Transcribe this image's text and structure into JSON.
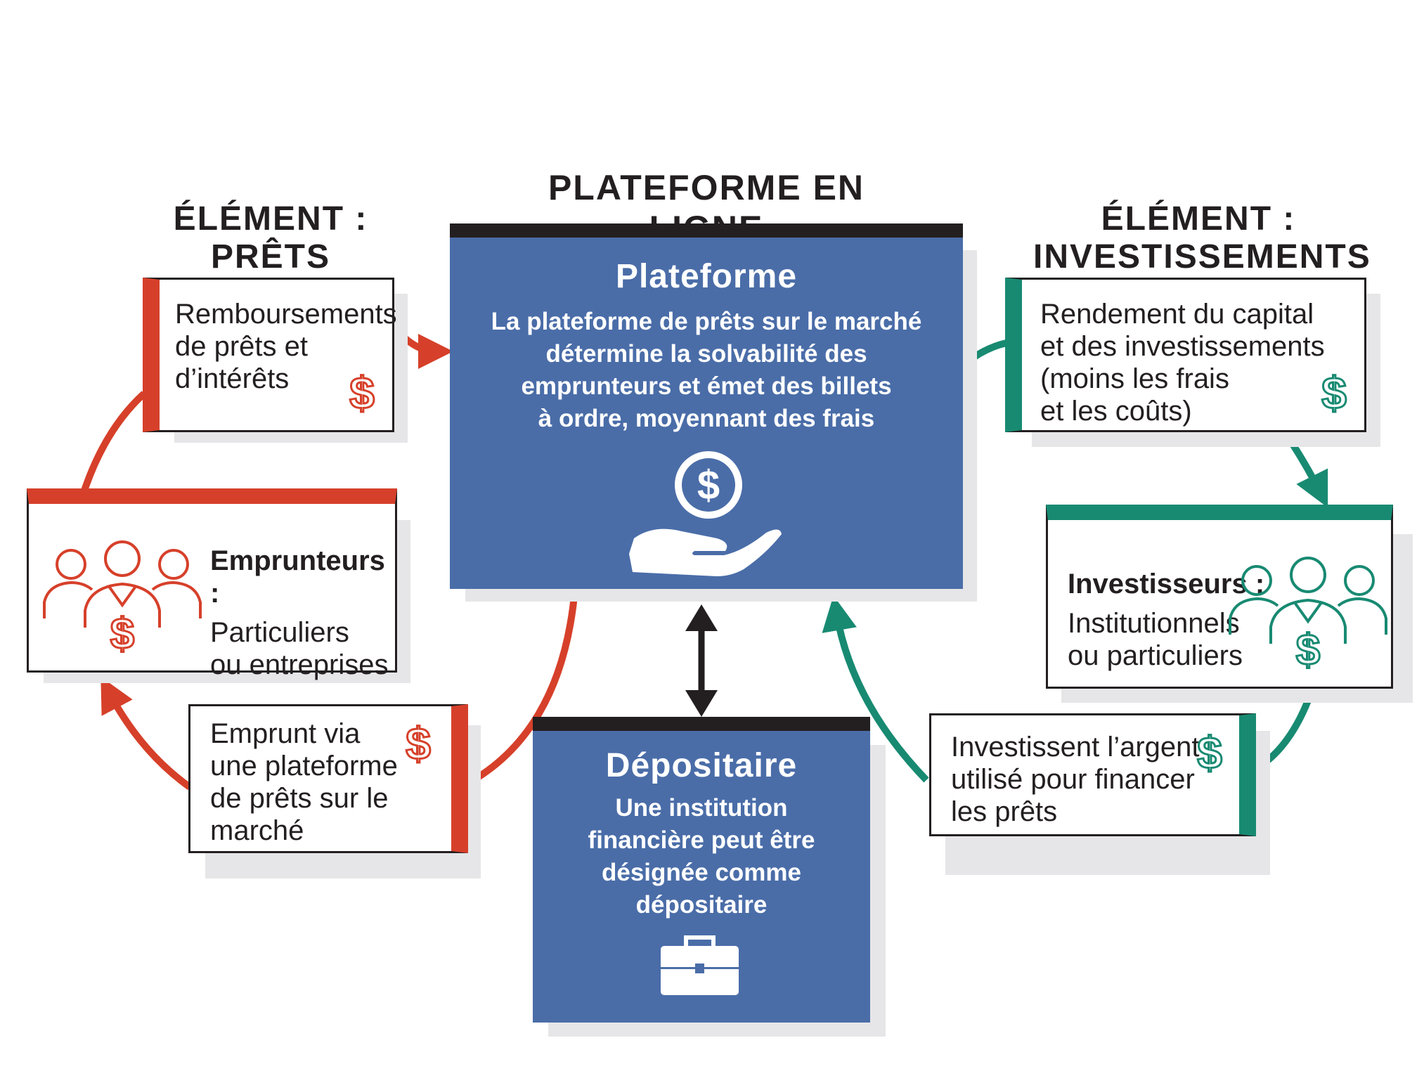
{
  "headings": {
    "center": "PLATEFORME EN LIGNE",
    "left_line1": "ÉLÉMENT :",
    "left_line2": "PRÊTS",
    "right_line1": "ÉLÉMENT :",
    "right_line2": "INVESTISSEMENTS"
  },
  "platform": {
    "title": "Plateforme",
    "desc_lines": [
      "La plateforme de prêts sur le marché",
      "détermine la solvabilité des",
      "emprunteurs et émet des billets",
      "à ordre, moyennant des frais"
    ],
    "icon": "hand-holding-dollar-icon"
  },
  "custodian": {
    "title": "Dépositaire",
    "desc_lines": [
      "Une institution",
      "financière peut être",
      "désignée comme",
      "dépositaire"
    ],
    "icon": "briefcase-icon"
  },
  "repayments": {
    "lines": [
      "Remboursements",
      "de prêts et",
      "d’intérêts"
    ],
    "icon": "dollar-icon"
  },
  "borrowers": {
    "label": "Emprunteurs :",
    "lines": [
      "Particuliers",
      "ou entreprises"
    ],
    "icon": "people-dollar-icon"
  },
  "borrowing": {
    "lines": [
      "Emprunt via",
      "une plateforme",
      "de prêts sur le",
      "marché"
    ],
    "icon": "dollar-icon"
  },
  "returns": {
    "lines": [
      "Rendement du capital",
      "et des investissements",
      "(moins les frais",
      "et les coûts)"
    ],
    "icon": "dollar-icon"
  },
  "investors": {
    "label": "Investisseurs :",
    "lines": [
      "Institutionnels",
      "ou particuliers"
    ],
    "icon": "people-dollar-icon"
  },
  "investing": {
    "lines": [
      "Investissent l’argent",
      "utilisé pour financer",
      "les prêts"
    ],
    "icon": "dollar-icon"
  },
  "colors": {
    "loans_accent": "#d6402a",
    "investments_accent": "#188a72",
    "platform_blue": "#4a6da8",
    "dark": "#231f20"
  }
}
